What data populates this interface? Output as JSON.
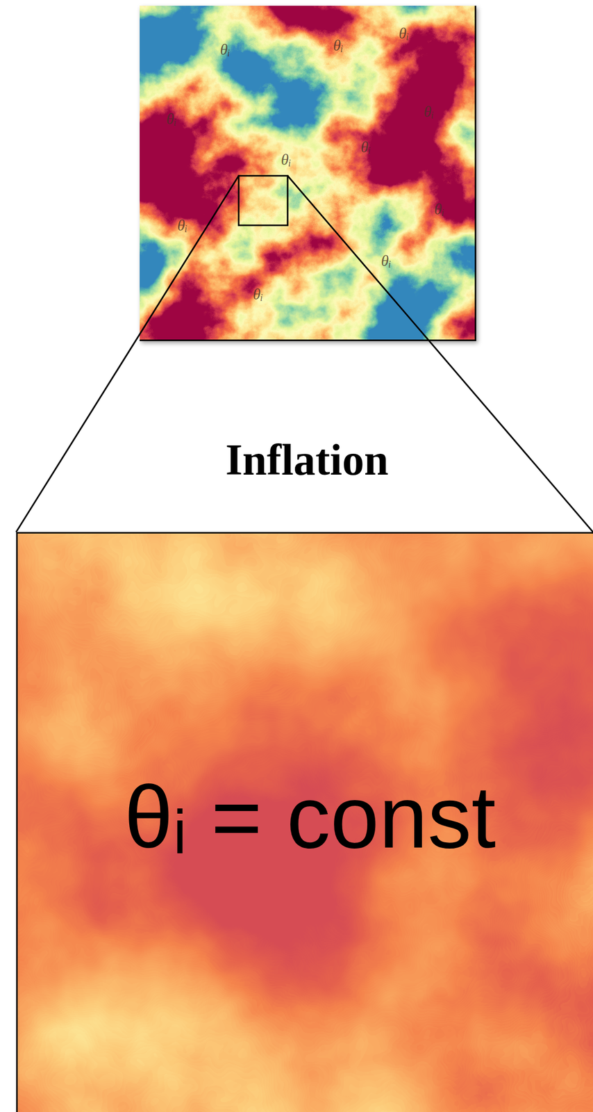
{
  "diagram": {
    "nodes": [
      {
        "text": [
          "θᵢ",
          "θᵢ",
          "θᵢ",
          "θᵢ",
          "θᵢ",
          "θᵢ",
          "θᵢ",
          "θᵢ",
          "θᵢ",
          "θᵢ",
          "θᵢ"
        ]
      },
      {
        "text": [
          "θᵢ = const"
        ]
      }
    ],
    "labels": [
      "Inflation"
    ]
  }
}
